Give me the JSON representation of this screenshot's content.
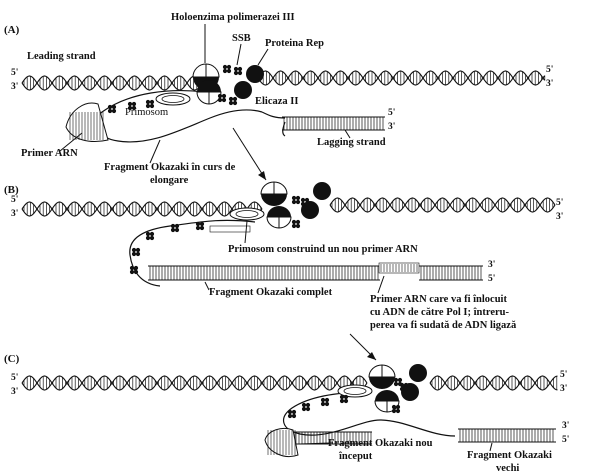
{
  "panels": {
    "a": {
      "letter": "(A)",
      "labels": {
        "holoenzyme": "Holoenzima polimerazei III",
        "ssb": "SSB",
        "rep": "Proteina Rep",
        "leading": "Leading strand",
        "helicase": "Elicaza II",
        "primosome": "Primosom",
        "primer": "Primer ARN",
        "okazaki": "Fragment Okazaki în curs de",
        "okazaki2": "elongare",
        "lagging": "Lagging strand"
      },
      "ends": {
        "l5": "5'",
        "l3": "3'",
        "r5": "5'",
        "r3": "3'",
        "m5": "5'",
        "m3": "3'"
      }
    },
    "b": {
      "letter": "(B)",
      "labels": {
        "primosome_new": "Primosom construind un nou primer ARN",
        "okazaki_done": "Fragment Okazaki complet",
        "primer_note1": "Primer ARN care va fi înlocuit",
        "primer_note2": "cu ADN de către Pol I; întreru-",
        "primer_note3": "perea va fi sudată de ADN ligază"
      },
      "ends": {
        "l5": "5'",
        "l3": "3'",
        "r5": "5'",
        "r3": "3'",
        "m3": "3'",
        "m5": "5'"
      }
    },
    "c": {
      "letter": "(C)",
      "labels": {
        "okazaki_new1": "Fragment Okazaki nou",
        "okazaki_new2": "început",
        "okazaki_old1": "Fragment Okazaki",
        "okazaki_old2": "vechi"
      },
      "ends": {
        "l5": "5'",
        "l3": "3'",
        "r5": "5'",
        "r3": "3'",
        "m3": "3'",
        "m5": "5'"
      }
    }
  }
}
